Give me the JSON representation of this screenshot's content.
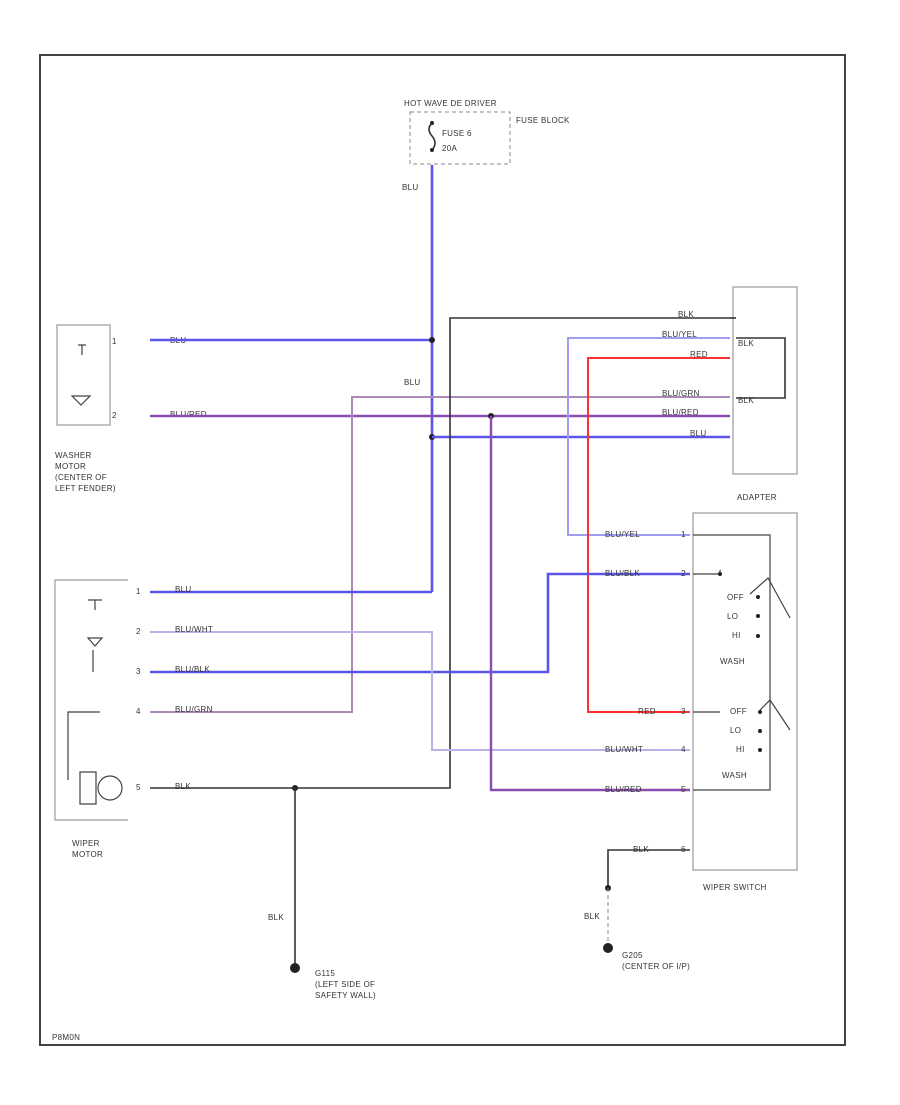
{
  "header": {
    "hot_label": "HOT WAVE DE DRIVER",
    "fuse_name": "FUSE 6",
    "fuse_rating": "20A",
    "fuse_block": "FUSE BLOCK"
  },
  "wire_colors": {
    "blu": "BLU",
    "blk": "BLK",
    "blu_red": "BLU/RED",
    "blu_yel": "BLU/YEL",
    "blu_wht": "BLU/WHT",
    "blu_blk": "BLU/BLK",
    "blu_grn": "BLU/GRN",
    "red": "RED"
  },
  "washer_motor": {
    "name_line1": "WASHER",
    "name_line2": "MOTOR",
    "name_line3": "(CENTER OF",
    "name_line4": "LEFT FENDER)",
    "pin_1": "1",
    "pin_2": "2",
    "wire_a": "BLU",
    "wire_b": "BLU/RED"
  },
  "wiper_motor": {
    "name_line1": "WIPER",
    "name_line2": "MOTOR",
    "pins": [
      "1",
      "2",
      "3",
      "4",
      "5"
    ],
    "wires": [
      "BLU",
      "BLU/WHT",
      "BLU/BLK",
      "BLU/GRN",
      "BLK"
    ]
  },
  "adapter": {
    "name": "ADAPTER",
    "left_labels": [
      "BLK",
      "BLU/YEL",
      "RED",
      "BLU/GRN",
      "BLU/RED",
      "BLU"
    ],
    "inner_1": "BLK",
    "inner_2": "BLK"
  },
  "wiper_switch": {
    "name": "WIPER SWITCH",
    "wires": [
      "BLU/YEL",
      "BLU/BLK",
      "RED",
      "BLU/WHT",
      "BLU/RED",
      "BLK"
    ],
    "pins": [
      "1",
      "2",
      "3",
      "4",
      "5",
      "6"
    ],
    "wash_positions": [
      "OFF",
      "LO",
      "HI"
    ],
    "wash_label": "WASH",
    "wiper_positions": [
      "OFF",
      "LO",
      "HI"
    ],
    "wiper_label": "WASH"
  },
  "grounds": {
    "g1_wire": "BLK",
    "g1_name": "G115",
    "g1_loc1": "(LEFT SIDE OF",
    "g1_loc2": "SAFETY WALL)",
    "g2_wire": "BLK",
    "g2_name": "G205",
    "g2_loc": "(CENTER OF I/P)"
  },
  "mid_blu_label": "BLU",
  "top_blu_label": "BLU",
  "footer_code": "P8M0N"
}
